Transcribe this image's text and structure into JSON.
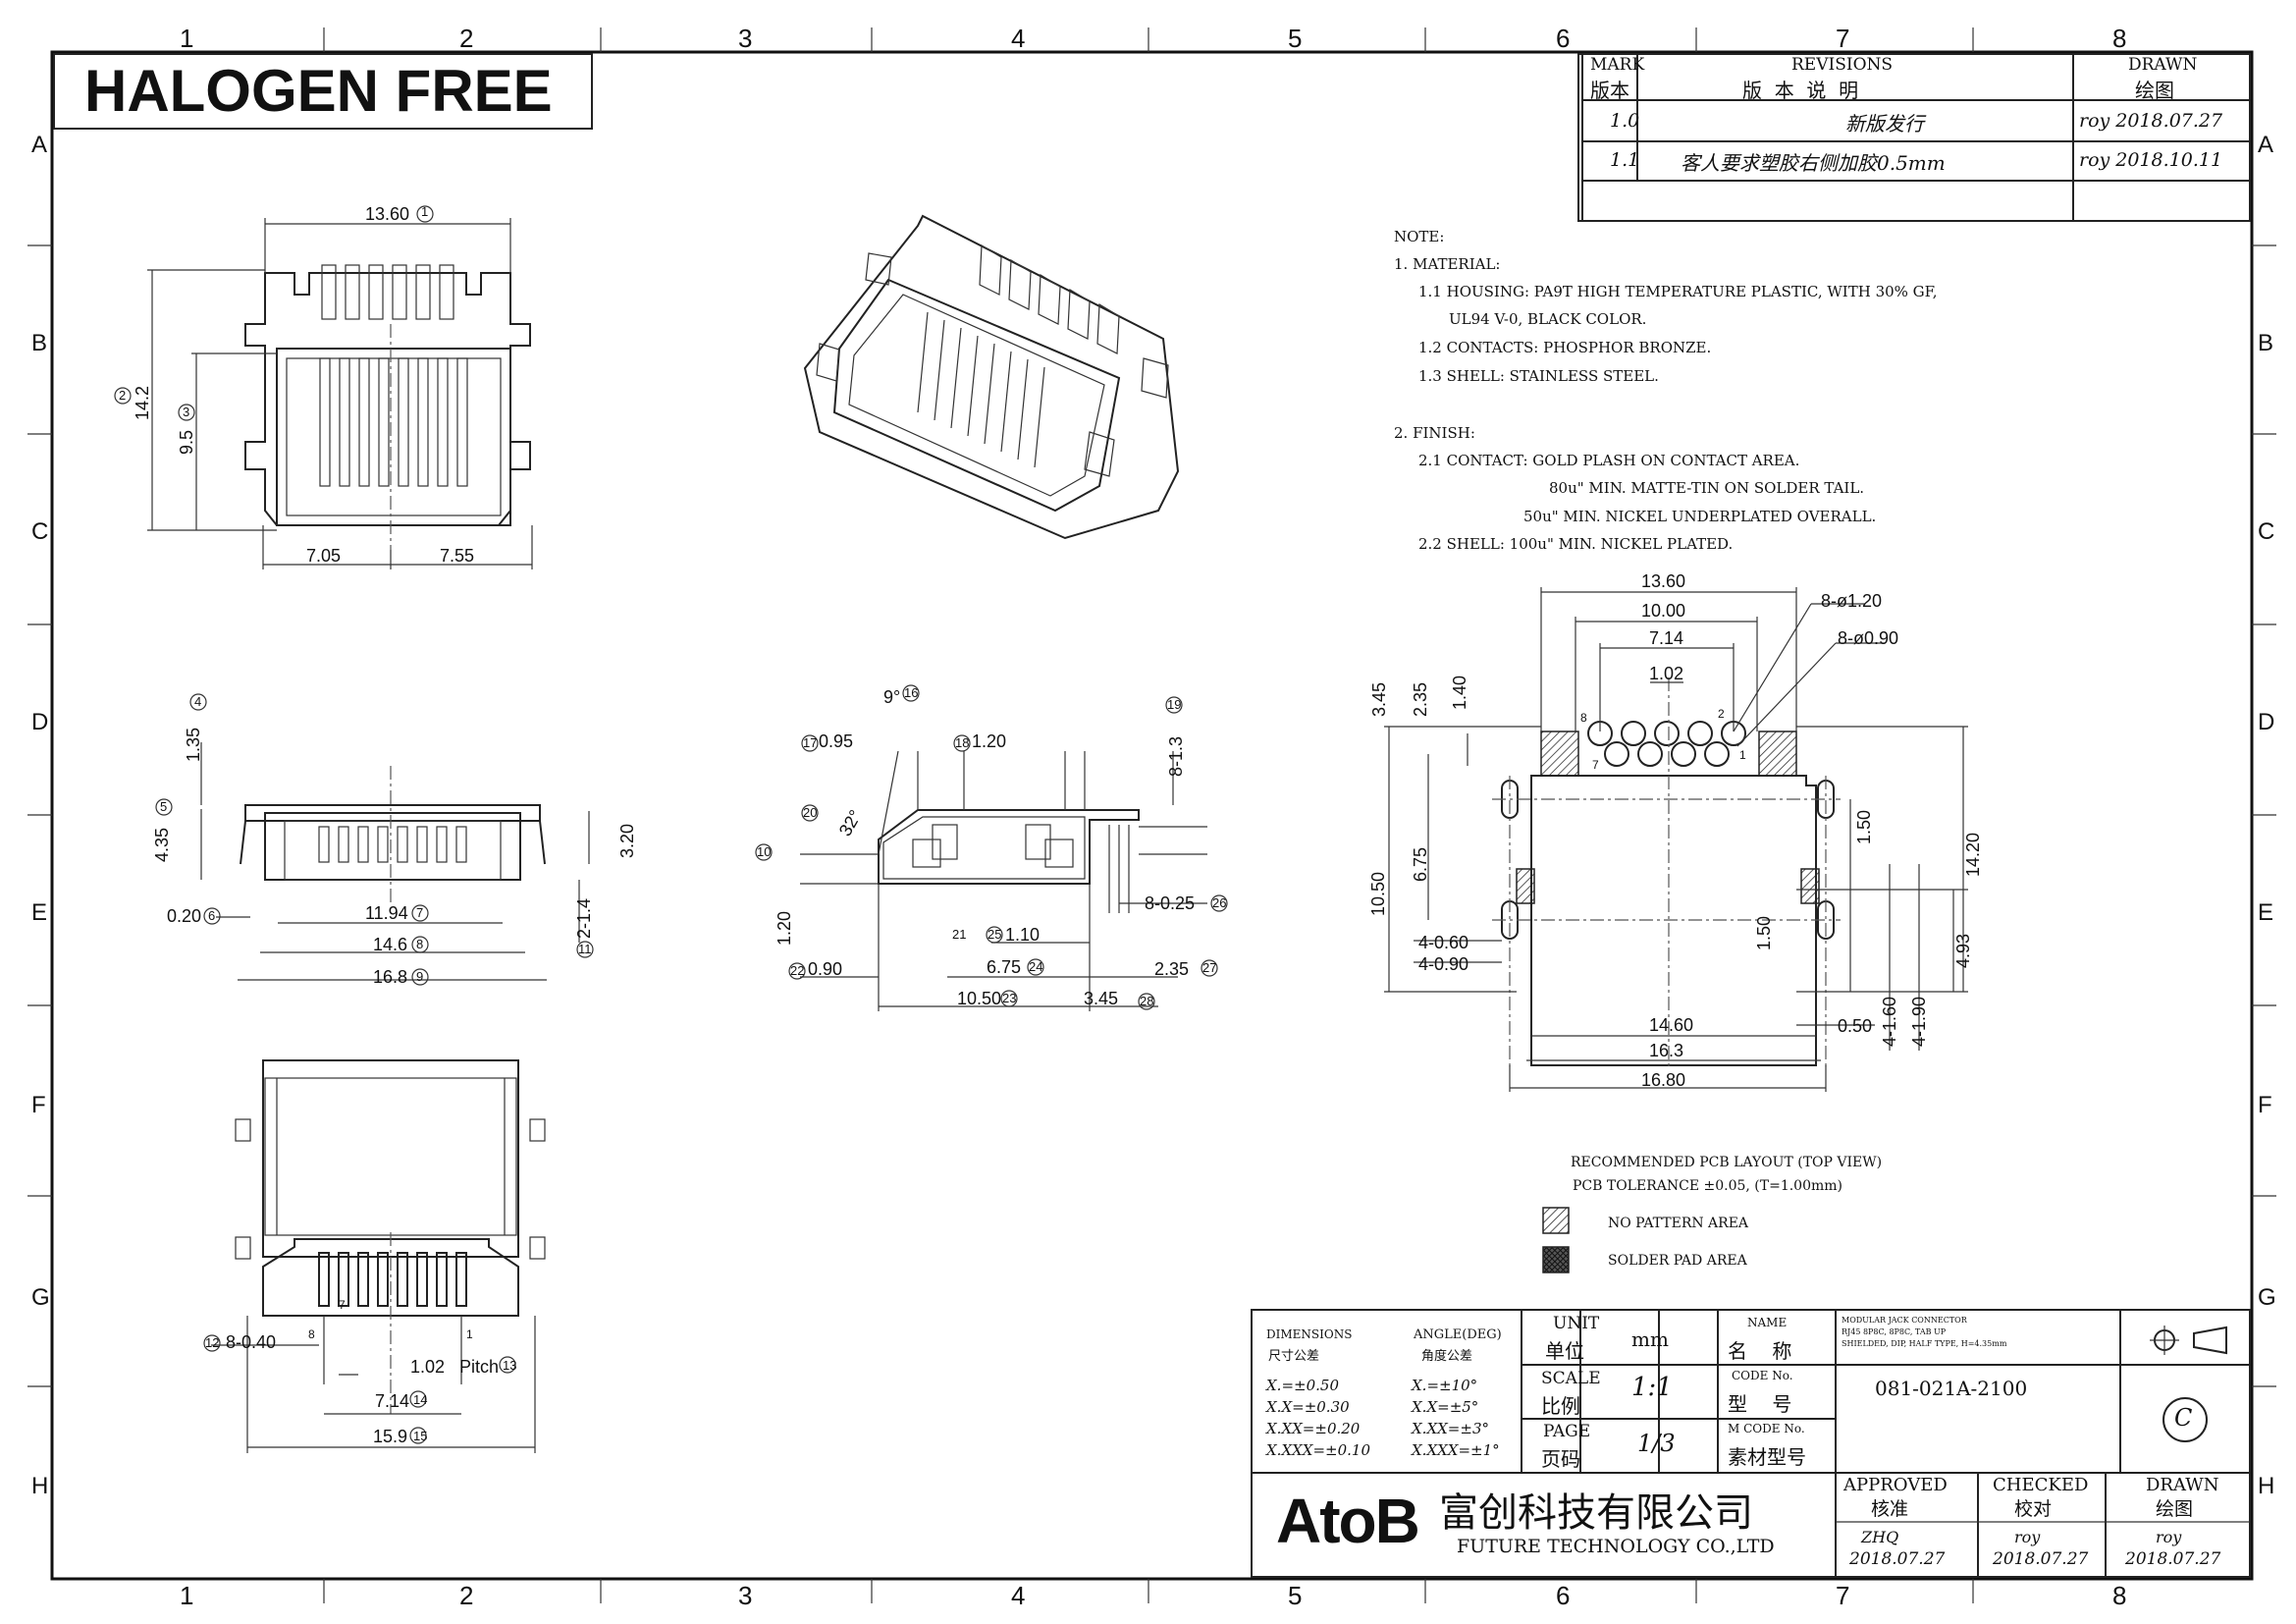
{
  "header": {
    "halogen_free": "HALOGEN FREE",
    "grid_cols": [
      "1",
      "2",
      "3",
      "4",
      "5",
      "6",
      "7",
      "8"
    ],
    "grid_rows": [
      "A",
      "B",
      "C",
      "D",
      "E",
      "F",
      "G",
      "H"
    ]
  },
  "revisions": {
    "mark_en": "MARK",
    "mark_cn": "版本",
    "rev_en": "REVISIONS",
    "rev_cn": "版  本  说  明",
    "drawn_en": "DRAWN",
    "drawn_cn": "绘图",
    "rows": [
      {
        "mark": "1.0",
        "desc": "新版发行",
        "drawn": "roy 2018.07.27"
      },
      {
        "mark": "1.1",
        "desc": "客人要求塑胶右侧加胶0.5mm",
        "drawn": "roy 2018.10.11"
      }
    ]
  },
  "notes": {
    "lines": [
      "NOTE:",
      "1. MATERIAL:",
      "1.1 HOUSING: PA9T HIGH TEMPERATURE PLASTIC, WITH 30% GF,",
      "UL94 V-0, BLACK COLOR.",
      "1.2 CONTACTS: PHOSPHOR BRONZE.",
      "1.3 SHELL: STAINLESS STEEL.",
      "2. FINISH:",
      "2.1 CONTACT: GOLD PLASH ON CONTACT AREA.",
      "80u\" MIN. MATTE-TIN ON SOLDER TAIL.",
      "50u\" MIN. NICKEL UNDERPLATED OVERALL.",
      "2.2 SHELL: 100u\" MIN. NICKEL PLATED."
    ]
  },
  "front_view": {
    "width": "13.60",
    "height": "14.2",
    "inner_height": "9.5",
    "left": "7.05",
    "right": "7.55",
    "c1": "1",
    "c2": "2",
    "c3": "3"
  },
  "side_view": {
    "d1": "1.35",
    "d2": "4.35",
    "d3": "3.20",
    "d4": "0.20",
    "d5": "2-1.4",
    "d6": "11.94",
    "d7": "14.6",
    "d8": "16.8",
    "c4": "4",
    "c5": "5",
    "c6": "6",
    "c7": "7",
    "c8": "8",
    "c9": "9",
    "c11": "11"
  },
  "profile_view": {
    "angle": "9°",
    "a2": "32°",
    "d095": "0.95",
    "d120a": "1.20",
    "d813": "8-1.3",
    "d120b": "1.20",
    "d110": "1.10",
    "d675": "6.75",
    "d090": "0.90",
    "d825": "8-0.25",
    "d235": "2.35",
    "d1050": "10.50",
    "d345": "3.45",
    "c10": "10",
    "c16": "16",
    "c17": "17",
    "c18": "18",
    "c19": "19",
    "c20": "20",
    "c21": "21",
    "c22": "22",
    "c23": "23",
    "c24": "24",
    "c25": "25",
    "c26": "26",
    "c27": "27",
    "c28": "28"
  },
  "bottom_view": {
    "d840": "8-0.40",
    "d102": "1.02",
    "pitch": "Pitch",
    "d714": "7.14",
    "d159": "15.9",
    "pin1": "1",
    "pin7": "7",
    "pin8": "8",
    "c12": "12",
    "c13": "13",
    "c14": "14",
    "c15": "15"
  },
  "pcb_layout": {
    "d1360": "13.60",
    "d1000": "10.00",
    "d714": "7.14",
    "d102": "1.02",
    "h120": "8-ø1.20",
    "h090": "8-ø0.90",
    "d345": "3.45",
    "d235": "2.35",
    "d140": "1.40",
    "d675": "6.75",
    "d1050": "10.50",
    "d150a": "1.50",
    "d1420": "14.20",
    "d150b": "1.50",
    "d493": "4.93",
    "d460": "4-0.60",
    "d490": "4-0.90",
    "d160": "4-1.60",
    "d190": "4-1.90",
    "d050": "0.50",
    "d1460": "14.60",
    "d163": "16.3",
    "d1680": "16.80",
    "p1": "1",
    "p2": "2",
    "p7": "7",
    "p8": "8",
    "caption1": "RECOMMENDED PCB LAYOUT (TOP VIEW)",
    "caption2": "PCB TOLERANCE ±0.05, (T=1.00mm)",
    "legend1": "NO PATTERN AREA",
    "legend2": "SOLDER PAD AREA"
  },
  "title_block": {
    "dim_en": "DIMENSIONS",
    "dim_cn": "尺寸公差",
    "ang_en": "ANGLE(DEG)",
    "ang_cn": "角度公差",
    "tol1": "X.=±0.50",
    "tol2": "X.X=±0.30",
    "tol3": "X.XX=±0.20",
    "tol4": "X.XXX=±0.10",
    "atol1": "X.=±10°",
    "atol2": "X.X=±5°",
    "atol3": "X.XX=±3°",
    "atol4": "X.XXX=±1°",
    "unit_en": "UNIT",
    "unit_cn": "单位",
    "unit_val": "mm",
    "scale_en": "SCALE",
    "scale_cn": "比例",
    "scale_val": "1:1",
    "page_en": "PAGE",
    "page_cn": "页码",
    "page_val": "1/3",
    "name_en": "NAME",
    "name_cn": "名    称",
    "name_val1": "MODULAR JACK CONNECTOR",
    "name_val2": "RJ45 8P8C, 8P8C, TAB UP",
    "name_val3": "SHIELDED, DIP, HALF TYPE, H=4.35mm",
    "code_en": "CODE No.",
    "code_cn": "型    号",
    "code_val": "081-021A-2100",
    "mcode_en": "M CODE No.",
    "mcode_cn": "素材型号",
    "copyright": "C",
    "company_logo": "AtoB",
    "company_cn": "富创科技有限公司",
    "company_en": "FUTURE TECHNOLOGY CO.,LTD",
    "approved_en": "APPROVED",
    "approved_cn": "核准",
    "approved_by": "ZHQ",
    "approved_date": "2018.07.27",
    "checked_en": "CHECKED",
    "checked_cn": "校对",
    "checked_by": "roy",
    "checked_date": "2018.07.27",
    "drawn_en": "DRAWN",
    "drawn_cn": "绘图",
    "drawn_by": "roy",
    "drawn_date": "2018.07.27"
  }
}
